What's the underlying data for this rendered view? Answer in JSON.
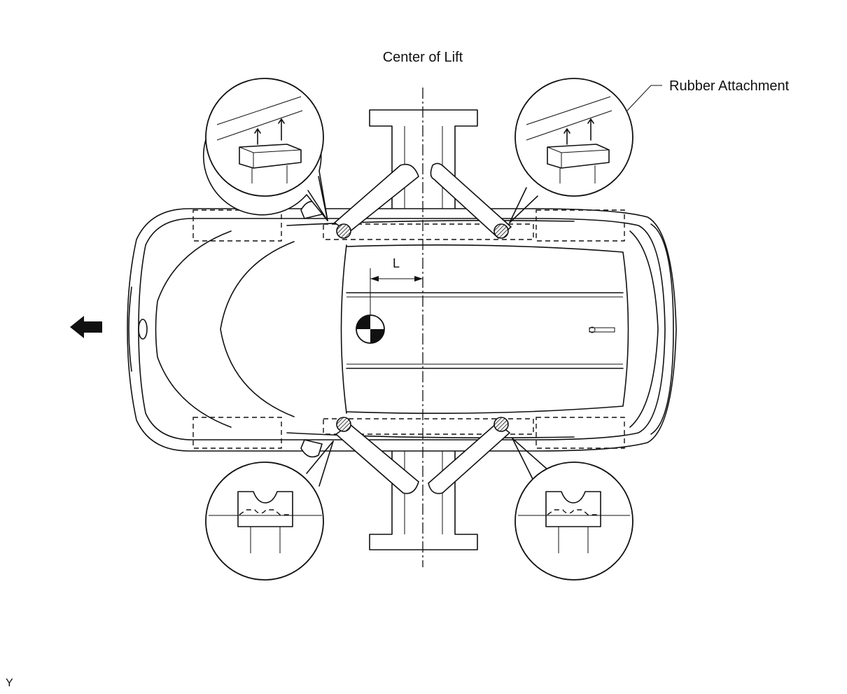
{
  "labels": {
    "center_of_lift": "Center of Lift",
    "rubber_attachment": "Rubber Attachment",
    "dimension_l": "L",
    "figure_code": "Y"
  },
  "icons": {
    "front_direction": "arrow-left-icon",
    "center_of_gravity": "center-of-gravity-icon",
    "lift_point": "hatched-circle-icon"
  }
}
